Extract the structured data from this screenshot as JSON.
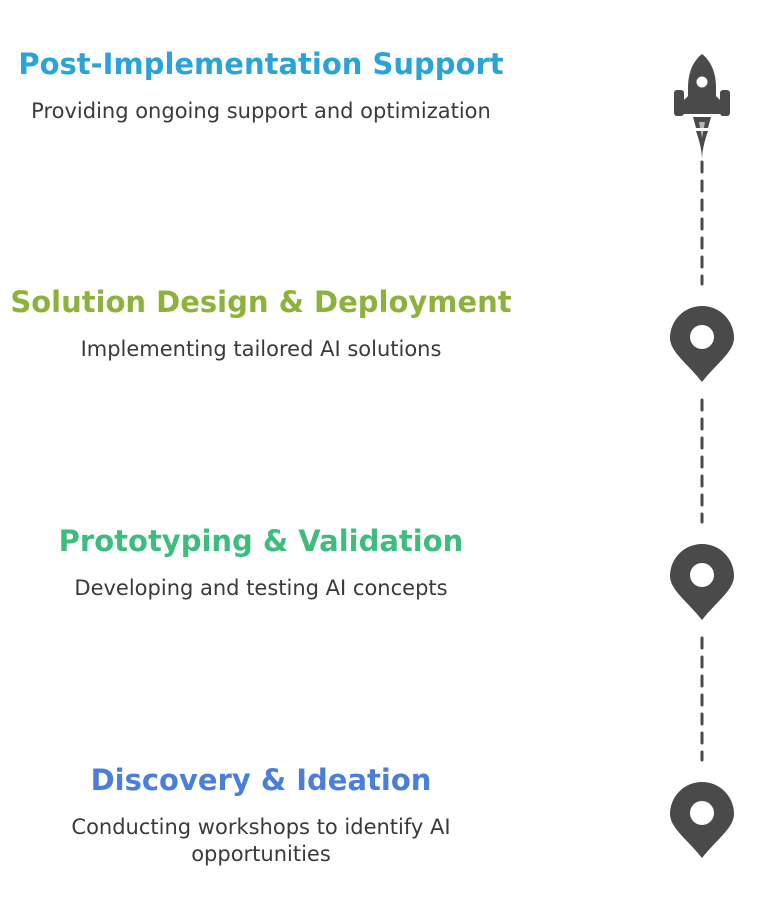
{
  "steps": [
    {
      "title": "Post-Implementation Support",
      "description": "Providing ongoing support and optimization",
      "color": "#2aa3d8",
      "icon": "rocket-icon"
    },
    {
      "title": "Solution Design & Deployment",
      "description": "Implementing tailored AI solutions",
      "color": "#8cb23a",
      "icon": "map-pin-icon"
    },
    {
      "title": "Prototyping & Validation",
      "description": "Developing and testing AI concepts",
      "color": "#3dbd7d",
      "icon": "map-pin-icon"
    },
    {
      "title": "Discovery & Ideation",
      "description": "Conducting workshops to identify AI opportunities",
      "color": "#4a7fd9",
      "icon": "map-pin-icon"
    }
  ],
  "colors": {
    "icon": "#4a4a4a",
    "connector": "#4a4a4a",
    "text": "#3a3a3a"
  }
}
